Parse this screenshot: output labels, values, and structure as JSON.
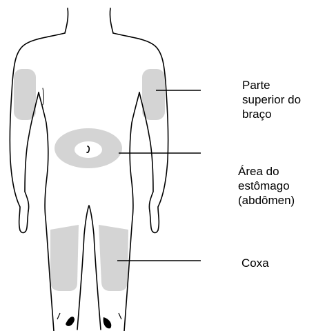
{
  "labels": {
    "upper_arm": [
      "Parte",
      "superior do",
      "braço"
    ],
    "abdomen": [
      "Área do",
      "estômago",
      "(abdômen)"
    ],
    "thigh": [
      "Coxa"
    ]
  },
  "colors": {
    "outline": "#000000",
    "injection_area": "#d4d4d4",
    "background": "#ffffff"
  }
}
